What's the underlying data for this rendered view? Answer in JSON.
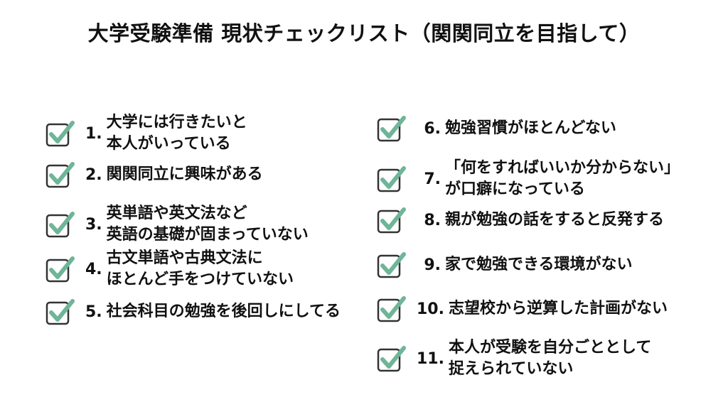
{
  "title": "大学受験準備 現状チェックリスト（関関同立を目指して）",
  "colors": {
    "check_stroke": "#6fb598",
    "box_stroke": "#333333"
  },
  "left_items": [
    {
      "num": "1.",
      "lines": [
        "大学には行きたいと",
        "本人がいっている"
      ]
    },
    {
      "num": "2.",
      "lines": [
        "関関同立に興味がある"
      ]
    },
    {
      "num": "3.",
      "lines": [
        "英単語や英文法など",
        "英語の基礎が固まっていない"
      ]
    },
    {
      "num": "4.",
      "lines": [
        "古文単語や古典文法に",
        "ほとんど手をつけていない"
      ]
    },
    {
      "num": "5.",
      "lines": [
        "社会科目の勉強を後回しにしてる"
      ]
    }
  ],
  "right_items": [
    {
      "num": "6.",
      "lines": [
        "勉強習慣がほとんどない"
      ]
    },
    {
      "num": "7.",
      "lines": [
        "「何をすればいいか分からない」",
        "が口癖になっている"
      ]
    },
    {
      "num": "8.",
      "lines": [
        "親が勉強の話をすると反発する"
      ]
    },
    {
      "num": "9.",
      "lines": [
        "家で勉強できる環境がない"
      ]
    },
    {
      "num": "10.",
      "lines": [
        "志望校から逆算した計画がない"
      ]
    },
    {
      "num": "11.",
      "lines": [
        "本人が受験を自分ごととして",
        "捉えられていない"
      ]
    }
  ]
}
